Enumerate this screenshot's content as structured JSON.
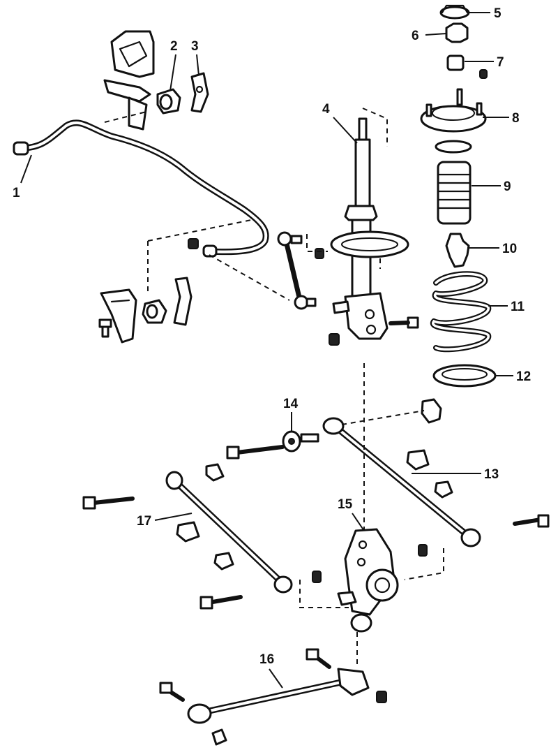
{
  "diagram": {
    "ink_color": "#111111",
    "background_color": "#ffffff",
    "callouts": [
      {
        "id": "1",
        "label": "1"
      },
      {
        "id": "2",
        "label": "2"
      },
      {
        "id": "3",
        "label": "3"
      },
      {
        "id": "4",
        "label": "4"
      },
      {
        "id": "5",
        "label": "5"
      },
      {
        "id": "6",
        "label": "6"
      },
      {
        "id": "7",
        "label": "7"
      },
      {
        "id": "8",
        "label": "8"
      },
      {
        "id": "9",
        "label": "9"
      },
      {
        "id": "10",
        "label": "10"
      },
      {
        "id": "11",
        "label": "11"
      },
      {
        "id": "12",
        "label": "12"
      },
      {
        "id": "13",
        "label": "13"
      },
      {
        "id": "14",
        "label": "14"
      },
      {
        "id": "15",
        "label": "15"
      },
      {
        "id": "16",
        "label": "16"
      },
      {
        "id": "17",
        "label": "17"
      }
    ]
  }
}
